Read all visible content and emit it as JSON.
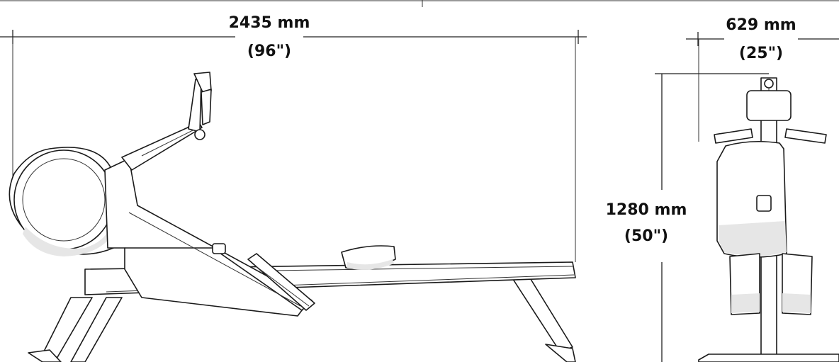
{
  "dimensions": {
    "length": {
      "metric": "2435 mm",
      "imperial": "(96\")"
    },
    "width": {
      "metric": "629 mm",
      "imperial": "(25\")"
    },
    "height": {
      "metric": "1280 mm",
      "imperial": "(50\")"
    }
  }
}
